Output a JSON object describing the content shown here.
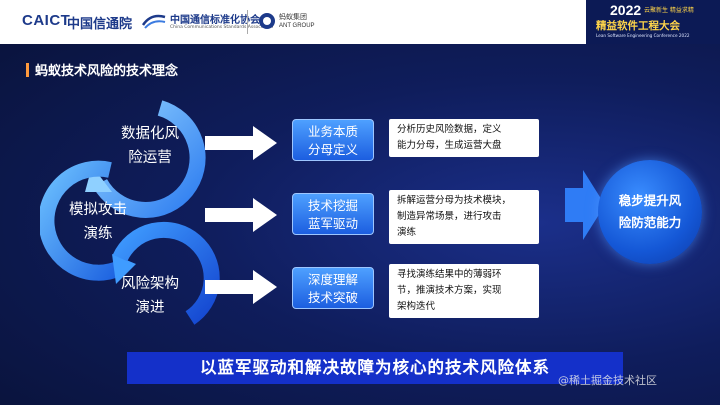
{
  "header": {
    "caict_logo": "CAICT",
    "caict_name": "中国信通院",
    "ccsa_name": "中国通信标准化协会",
    "ccsa_en": "China Communications Standards Association",
    "ant_name": "蚂蚁集团",
    "ant_en": "ANT GROUP"
  },
  "conference": {
    "year": "2022",
    "tag": "云聚新生 精益求精",
    "title": "精益软件工程大会",
    "subtitle": "Lean Software Engineering Conference 2022"
  },
  "section_title": "蚂蚁技术风险的技术理念",
  "cycle": [
    {
      "line1": "数据化风",
      "line2": "险运营"
    },
    {
      "line1": "模拟攻击",
      "line2": "演练"
    },
    {
      "line1": "风险架构",
      "line2": "演进"
    }
  ],
  "concepts": [
    {
      "line1": "业务本质",
      "line2": "分母定义",
      "desc": [
        "分析历史风险数据，定义",
        "能力分母，生成运营大盘"
      ]
    },
    {
      "line1": "技术挖掘",
      "line2": "蓝军驱动",
      "desc": [
        "拆解运营分母为技术模块，",
        "制造异常场景，进行攻击",
        "演练"
      ]
    },
    {
      "line1": "深度理解",
      "line2": "技术突破",
      "desc": [
        "寻找演练结果中的薄弱环",
        "节，推演技术方案，实现",
        "架构迭代"
      ]
    }
  ],
  "result": {
    "line1": "稳步提升风",
    "line2": "险防范能力"
  },
  "banner": "以蓝军驱动和解决故障为核心的技术风险体系",
  "watermark": "@稀土掘金技术社区",
  "colors": {
    "accent": "#ff9a3d",
    "brand_blue": "#1430c9",
    "box_blue": "#1c5ee0"
  }
}
